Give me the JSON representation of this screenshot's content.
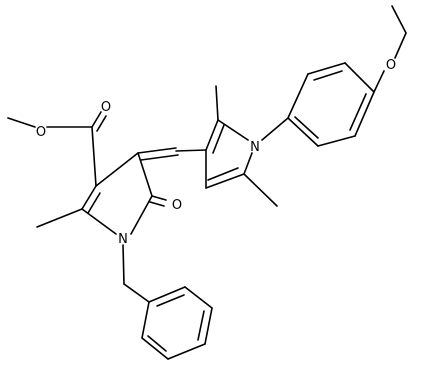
{
  "atom_labels": {
    "o_ester_single": "O",
    "o_ester_carbonyl": "O",
    "o_lactam": "O",
    "n_pyrrolone": "N",
    "n_pyrrole": "N",
    "o_ether": "O"
  }
}
